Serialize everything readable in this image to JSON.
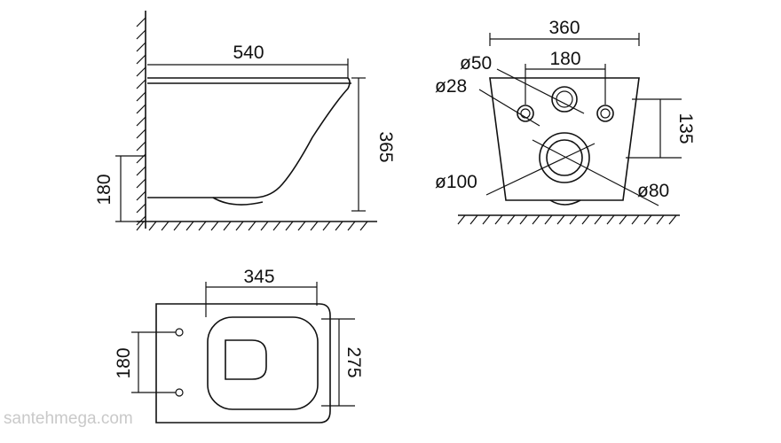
{
  "side_view": {
    "length_label": "540",
    "height_label": "365",
    "fixing_height_label": "180"
  },
  "rear_view": {
    "width_label": "360",
    "fixing_spacing_label": "180",
    "inlet_label": "ø50",
    "fixing_hole_label": "ø28",
    "waste_outlet_label": "ø100",
    "waste_inner_label": "ø80",
    "outlet_height_label": "135"
  },
  "top_view": {
    "seat_width_label": "345",
    "bolt_spacing_label": "180",
    "bowl_width_label": "275"
  },
  "watermark": "santehmega.com",
  "colors": {
    "line": "#111111",
    "background": "#ffffff",
    "watermark": "#c9c9c9"
  }
}
